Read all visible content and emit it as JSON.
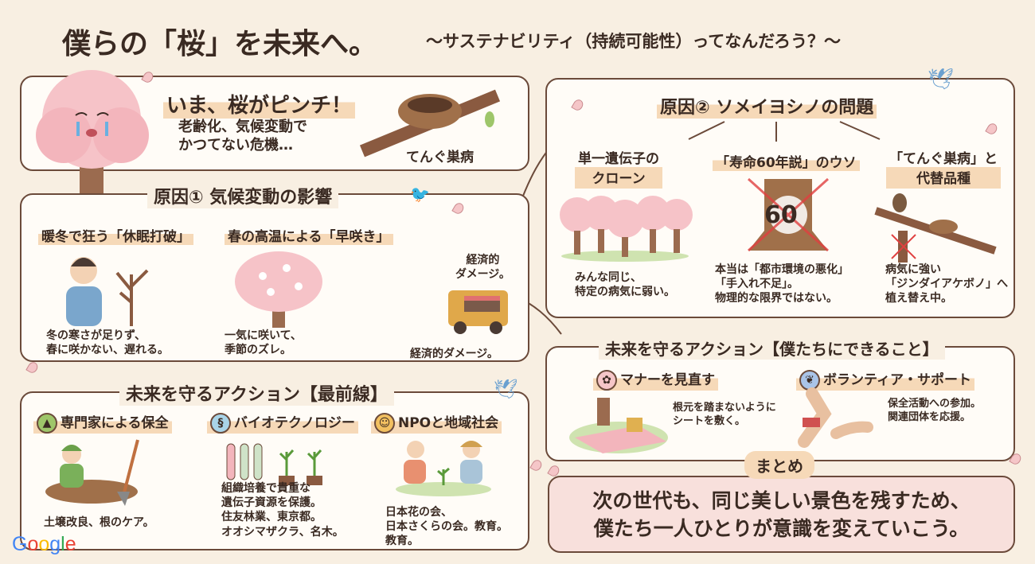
{
  "title": {
    "main": "僕らの「桜」を未来へ。",
    "sub": "〜サステナビリティ（持続可能性）ってなんだろう？〜"
  },
  "pinch": {
    "heading": "いま、桜がピンチ！",
    "text": "老齢化、気候変動で\nかつてない危機…",
    "nest_label": "てんぐ巣病"
  },
  "cause1": {
    "heading": "原因① 気候変動の影響",
    "items": [
      {
        "title": "暖冬で狂う「休眠打破」",
        "caption": "冬の寒さが足りず、\n春に咲かない、遅れる。"
      },
      {
        "title": "春の高温による「早咲き」",
        "caption": "一気に咲いて、\n季節のズレ。"
      }
    ],
    "truck_label": "経済的\nダメージ。",
    "truck_caption": "経済的ダメージ。"
  },
  "cause2": {
    "heading": "原因② ソメイヨシノの問題",
    "items": [
      {
        "title": "単一遺伝子の\nクローン",
        "caption": "みんな同じ、\n特定の病気に弱い。"
      },
      {
        "title": "「寿命60年説」のウソ",
        "caption": "本当は「都市環境の悪化」\n「手入れ不足」。\n物理的な限界ではない。",
        "badge": "60"
      },
      {
        "title": "「てんぐ巣病」と\n代替品種",
        "caption": "病気に強い\n「ジンダイアケボノ」へ\n植え替え中。"
      }
    ]
  },
  "action_us": {
    "heading": "未来を守るアクション【僕たちにできること】",
    "items": [
      {
        "title": "マナーを見直す",
        "text": "根元を踏まないように\nシートを敷く。",
        "icon": "sakura-icon"
      },
      {
        "title": "ボランティア・サポート",
        "text": "保全活動への参加。\n関連団体を応援。",
        "icon": "dove-icon"
      }
    ]
  },
  "summary": {
    "label": "まとめ",
    "text": "次の世代も、同じ美しい景色を残すため、\n僕たち一人ひとりが意識を変えていこう。"
  },
  "action_front": {
    "heading": "未来を守るアクション【最前線】",
    "items": [
      {
        "title": "専門家による保全",
        "caption": "土壌改良、根のケア。",
        "icon": "tree-icon"
      },
      {
        "title": "バイオテクノロジー",
        "caption": "組織培養で貴重な\n遺伝子資源を保護。\n住友林業、東京都。\nオオシマザクラ、名木。",
        "icon": "dna-icon"
      },
      {
        "title": "NPOと地域社会",
        "caption": "日本花の会、\n日本さくらの会。教育。\n教育。",
        "icon": "people-icon"
      }
    ]
  },
  "logo": "Google",
  "colors": {
    "background": "#f8efe2",
    "border": "#6b4a3a",
    "highlight": "#f6d9b8",
    "blossom": "#f5c6c8",
    "summary_bg": "#f8e0dc"
  }
}
